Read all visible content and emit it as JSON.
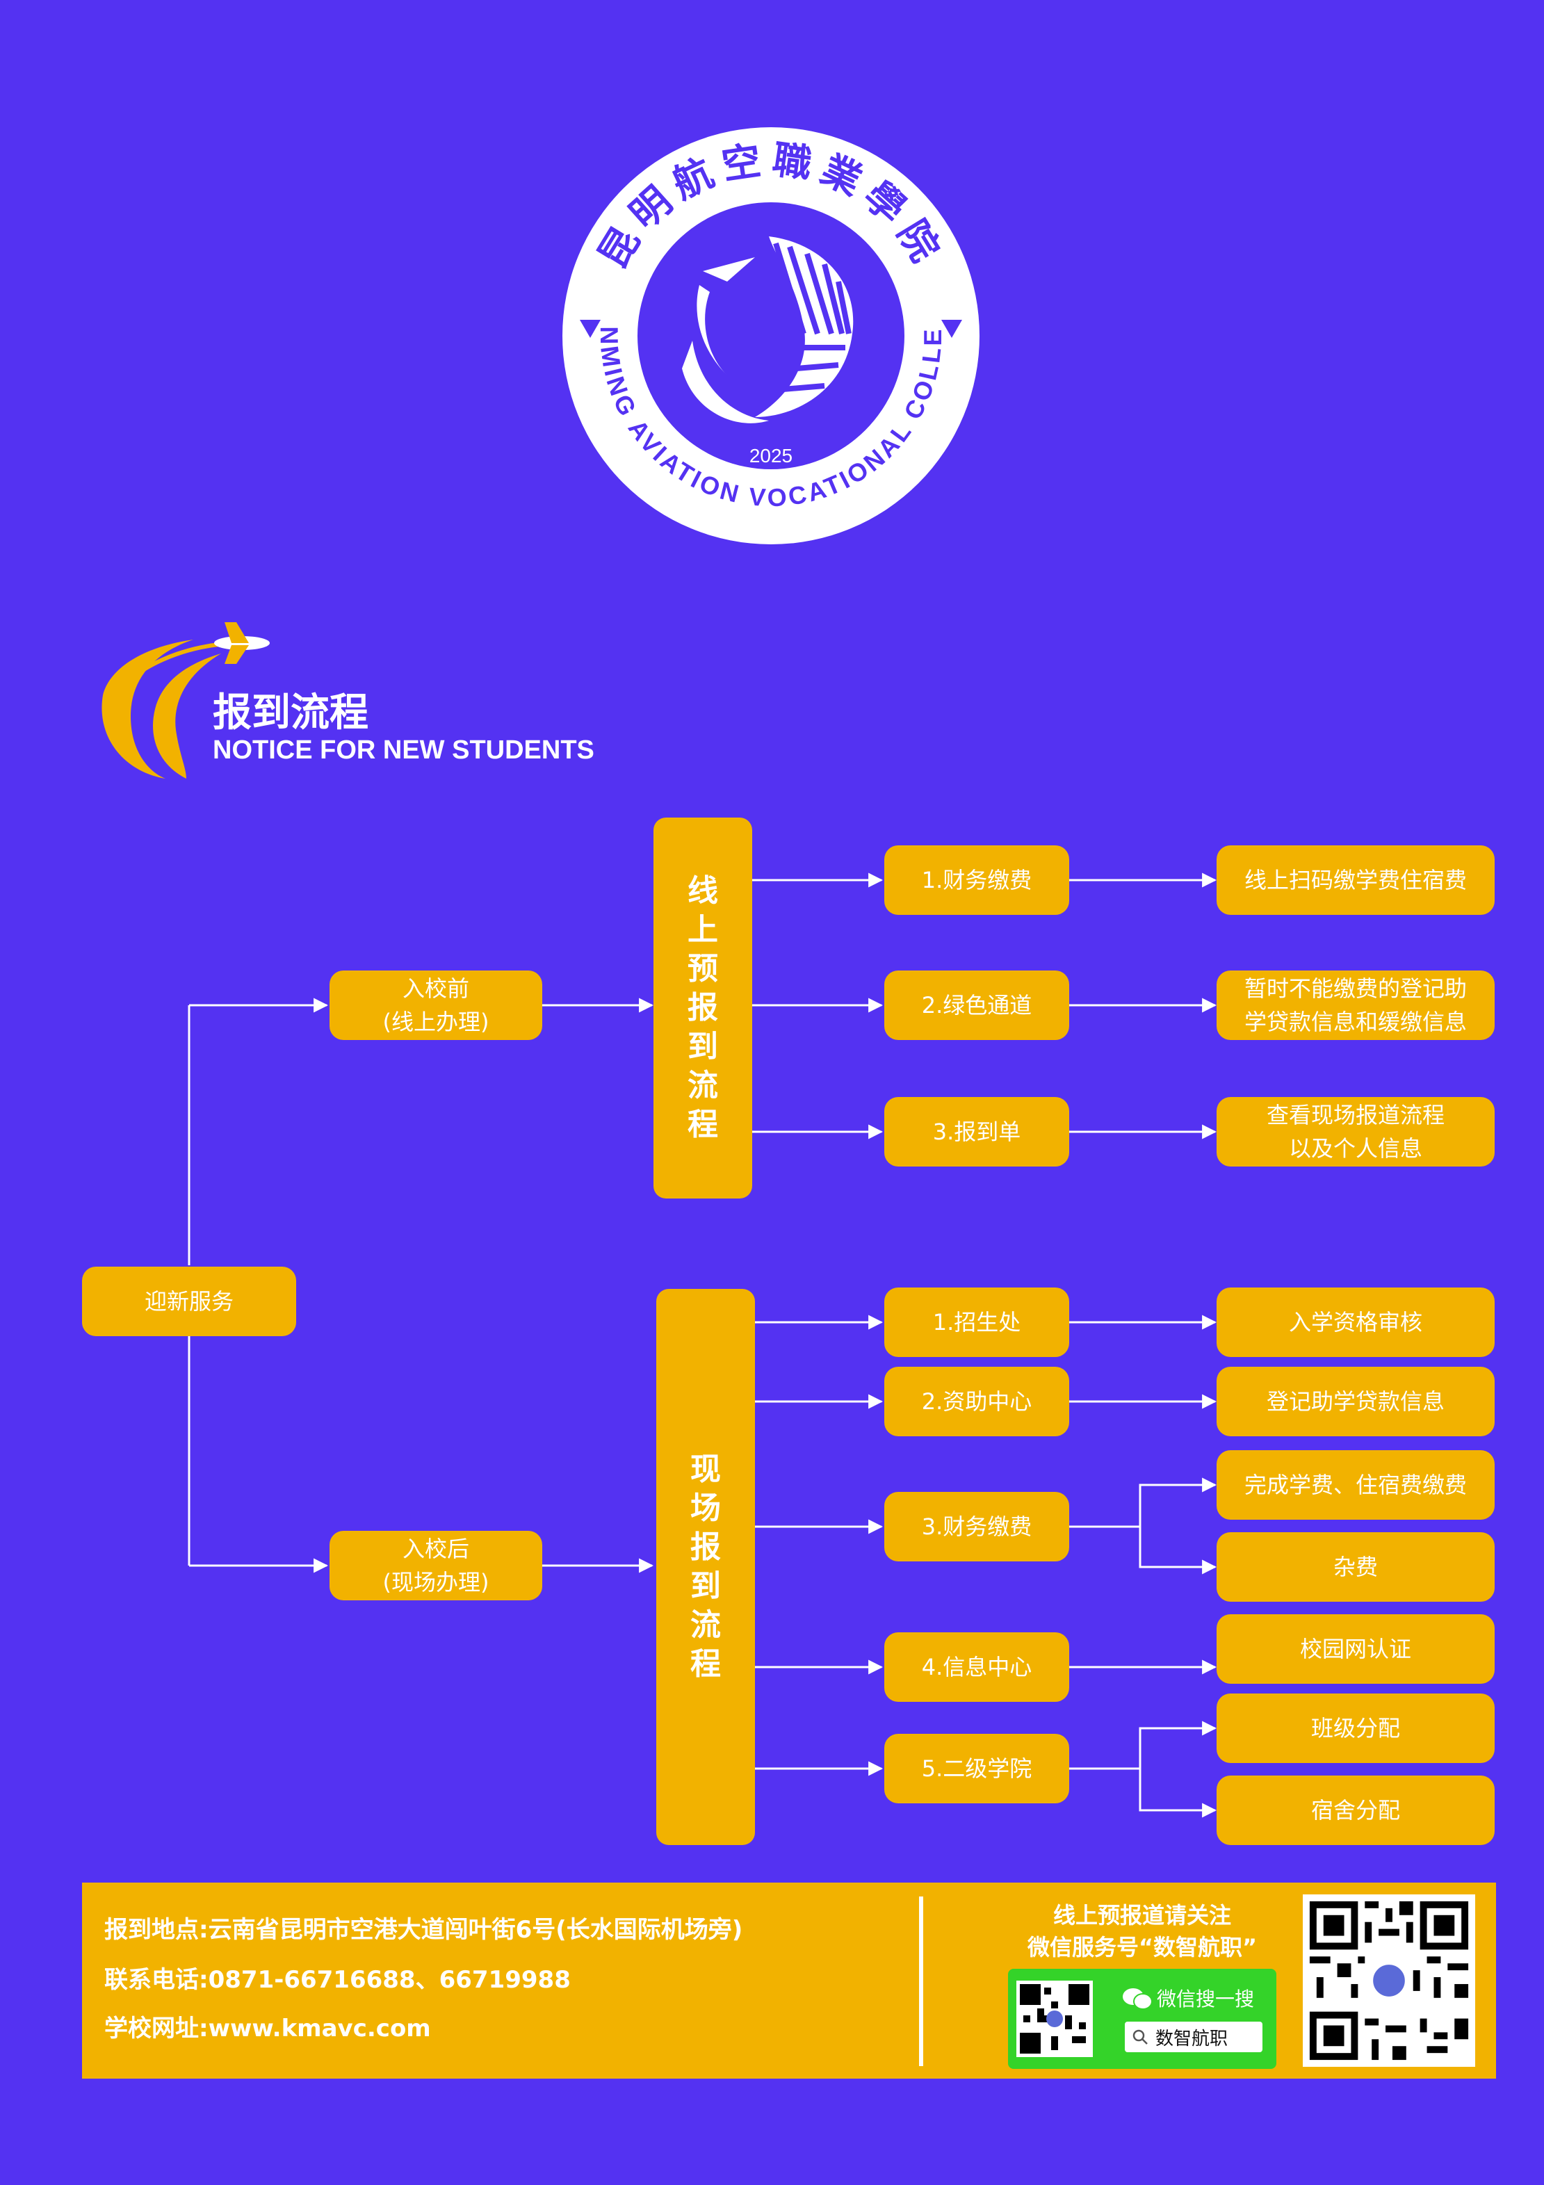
{
  "logo": {
    "chinese_name": "昆明航空職業學院",
    "english_name": "KUNMING AVIATION VOCATIONAL COLLEGE",
    "year": "2025"
  },
  "section": {
    "title_cn": "报到流程",
    "title_en": "NOTICE FOR NEW STUDENTS"
  },
  "flow": {
    "root": "迎新服务",
    "before": {
      "line1": "入校前",
      "line2": "(线上办理)"
    },
    "after": {
      "line1": "入校后",
      "line2": "(现场办理)"
    },
    "online_title": [
      "线",
      "上",
      "预",
      "报",
      "到",
      "流",
      "程"
    ],
    "onsite_title": [
      "现",
      "场",
      "报",
      "到",
      "流",
      "程"
    ],
    "online_steps": [
      {
        "label": "1.财务缴费",
        "result": [
          "线上扫码缴学费住宿费"
        ]
      },
      {
        "label": "2.绿色通道",
        "result": [
          "暂时不能缴费的登记助",
          "学贷款信息和缓缴信息"
        ]
      },
      {
        "label": "3.报到单",
        "result": [
          "查看现场报道流程",
          "以及个人信息"
        ]
      }
    ],
    "onsite_steps": [
      {
        "label": "1.招生处"
      },
      {
        "label": "2.资助中心"
      },
      {
        "label": "3.财务缴费"
      },
      {
        "label": "4.信息中心"
      },
      {
        "label": "5.二级学院"
      }
    ],
    "onsite_results": [
      "入学资格审核",
      "登记助学贷款信息",
      "完成学费、住宿费缴费",
      "杂费",
      "校园网认证",
      "班级分配",
      "宿舍分配"
    ]
  },
  "footer": {
    "address": "报到地点:云南省昆明市空港大道闯叶街6号(长水国际机场旁)",
    "phone": "联系电话:0871-66716688、66719988",
    "website": "学校网址:www.kmavc.com",
    "follow_line1": "线上预报道请关注",
    "follow_line2": "微信服务号“数智航职”",
    "wechat_search": "微信搜一搜",
    "search_term": "数智航职"
  },
  "colors": {
    "background": "#5432f2",
    "node": "#f2b200",
    "text": "#ffffff",
    "wechat_green": "#34d329"
  }
}
